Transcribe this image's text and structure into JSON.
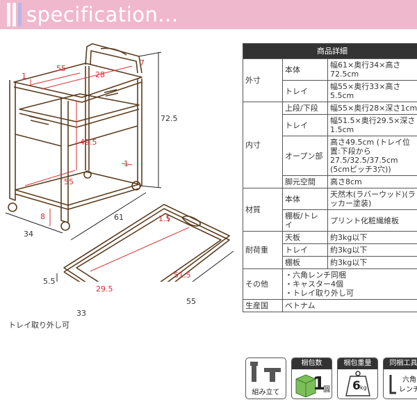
{
  "header": {
    "title": "specification..."
  },
  "diagram": {
    "cart_dims": {
      "w28": "28",
      "w55top": "55",
      "d1top": "1",
      "h7": "7",
      "h72_5": "72.5",
      "h49_5": "49.5",
      "d55": "55",
      "d1mid": "1",
      "h8": "8",
      "d34": "34",
      "w61": "61"
    },
    "tray_dims": {
      "d1_5": "1.5",
      "w51_5": "51.5",
      "w29_5": "29.5",
      "h5_5": "5.5",
      "d33": "33",
      "w55": "55"
    },
    "caption": "トレイ取り外し可"
  },
  "spec": {
    "header": "商品詳細",
    "rows": [
      {
        "cat": "外寸",
        "sub": "本体",
        "val": "幅61×奥行34×高さ72.5cm"
      },
      {
        "sub": "トレイ",
        "val": "幅55×奥行33×高さ5.5cm"
      },
      {
        "cat": "内寸",
        "sub": "上段/下段",
        "val": "幅55×奥行28×深さ1cm"
      },
      {
        "sub": "トレイ",
        "val": "幅51.5×奥行29.5×深さ1.5cm"
      },
      {
        "sub": "オープン部",
        "val": "高さ49.5cm (トレイ位置:下段から27.5/32.5/37.5cm (5cmピッチ3穴))"
      },
      {
        "sub": "脚元空間",
        "val": "高さ8cm"
      },
      {
        "cat": "材質",
        "sub": "本体",
        "val": "天然木(ラバーウッド)(ラッカー塗装)"
      },
      {
        "sub": "棚板/トレイ",
        "val": "プリント化粧繊維板"
      },
      {
        "cat": "耐荷重",
        "sub": "天板",
        "val": "約3kg以下"
      },
      {
        "sub": "トレイ",
        "val": "約3kg以下"
      },
      {
        "sub": "棚板",
        "val": "約3kg以下"
      },
      {
        "cat": "その他",
        "val1": "・六角レンチ同梱",
        "val2": "・キャスター4個",
        "val3": "・トレイ取り外し可"
      },
      {
        "cat": "生産国",
        "val": "ベトナム"
      }
    ]
  },
  "icons": [
    {
      "name": "assembly",
      "label": "組み立て"
    },
    {
      "name": "packages",
      "top": "梱包数",
      "value": "1",
      "unit": "個"
    },
    {
      "name": "weight",
      "top": "梱包重量",
      "value": "6",
      "unit": "kg"
    },
    {
      "name": "tools",
      "top": "同梱工具",
      "label1": "六角",
      "label2": "レンチ"
    }
  ],
  "colors": {
    "banner": "#f0b8cc",
    "dimension": "#d23030",
    "wood": "#5a3b1c"
  }
}
